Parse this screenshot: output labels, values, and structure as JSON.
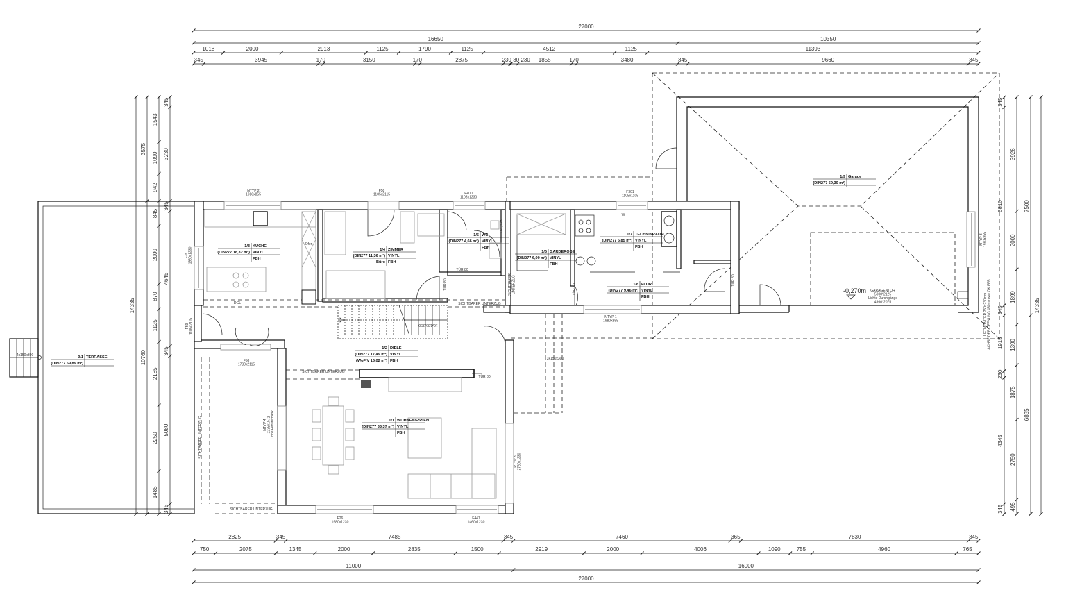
{
  "dimensions": {
    "top": [
      [
        27000
      ],
      [
        16650,
        10350
      ],
      [
        1018,
        2000,
        2913,
        1125,
        1790,
        1125,
        4512,
        1125,
        11393
      ],
      [
        345,
        3945,
        170,
        3150,
        170,
        2875,
        230,
        30,
        230,
        1855,
        170,
        3480,
        345,
        9660,
        345
      ]
    ],
    "bottom": [
      [
        2825,
        345,
        7485,
        345,
        7460,
        365,
        7830,
        345
      ],
      [
        750,
        2075,
        1345,
        2000,
        2835,
        1500,
        2919,
        2000,
        4006,
        1090,
        755,
        4960,
        765
      ],
      [
        11000,
        16000
      ],
      [
        27000
      ]
    ],
    "left": [
      [
        14335
      ],
      [
        3575,
        10760
      ],
      [
        1543,
        1090,
        942,
        845,
        2000,
        870,
        1125,
        2185,
        2250,
        1485
      ],
      [
        345,
        3230,
        345,
        4645,
        345,
        5080,
        345
      ]
    ],
    "right": [
      [
        345,
        6810,
        345,
        1915,
        230,
        4345,
        345
      ],
      [
        3926,
        2000,
        1899,
        1390,
        1875,
        2750,
        495
      ],
      [
        7500,
        6835
      ],
      [
        14335
      ]
    ]
  },
  "rooms": [
    {
      "id": "terrasse",
      "no": "0/1",
      "name": "TERRASSE",
      "area": "(DIN277 69,89 m²)"
    },
    {
      "id": "kueche",
      "no": "1/3",
      "name": "KÜCHE",
      "area": "(DIN277 18,32 m²)",
      "floor": "VINYL",
      "heating": "FBH"
    },
    {
      "id": "zimmer",
      "no": "1/4",
      "name": "ZIMMER",
      "area": "(DIN277 11,36 m²)",
      "floor": "VINYL",
      "note": "Büro",
      "heating": "FBH"
    },
    {
      "id": "wc",
      "no": "1/5",
      "name": "WC",
      "area": "(DIN277 4,66 m²)",
      "floor": "VINYL",
      "heating": "FBH"
    },
    {
      "id": "garderobe",
      "no": "1/6",
      "name": "GARDEROBE",
      "area": "(DIN277 6,00 m²)",
      "floor": "VINYL",
      "heating": "FBH"
    },
    {
      "id": "technik",
      "no": "1/7",
      "name": "TECHNIKRAUM",
      "area": "(DIN277 6,85 m²)",
      "floor": "VINYL",
      "heating": "FBH"
    },
    {
      "id": "flur",
      "no": "1/8",
      "name": "FLUR",
      "area": "(DIN277 9,46 m²)",
      "floor": "VINYL",
      "heating": "FBH"
    },
    {
      "id": "garage",
      "no": "1/9",
      "name": "Garage",
      "area": "(DIN277 59,30 m²)"
    },
    {
      "id": "diele",
      "no": "1/2",
      "name": "DIELE",
      "area": "(DIN277 17,49 m²)",
      "floor": "VINYL",
      "note": "(WoFlV 16,02 m²)",
      "heating": "FBH"
    },
    {
      "id": "wohnen",
      "no": "1/1",
      "name": "WOHNEN/ESSEN",
      "area": "(DIN277 33,37 m²)",
      "floor": "VINYL",
      "heating": "FBH"
    }
  ],
  "labels": [
    {
      "id": "ntyp2",
      "lines": [
        "NTYP 2",
        "1980x855"
      ]
    },
    {
      "id": "f58a",
      "lines": [
        "F58",
        "1105x2115"
      ]
    },
    {
      "id": "f400",
      "lines": [
        "F400",
        "1105x1230"
      ]
    },
    {
      "id": "f301",
      "lines": [
        "F301",
        "1105x1105"
      ]
    },
    {
      "id": "ntyp1",
      "lines": [
        "NTYP 1",
        "1980x855"
      ]
    },
    {
      "id": "f26b",
      "lines": [
        "F26",
        "1980x1230"
      ]
    },
    {
      "id": "f447",
      "lines": [
        "F447",
        "1460x1230"
      ]
    },
    {
      "id": "f58b",
      "lines": [
        "F58",
        "1730x2115"
      ]
    },
    {
      "id": "f59",
      "lines": [
        "F59",
        "1105x2115"
      ]
    },
    {
      "id": "f26a",
      "lines": [
        "F26",
        "1980x1230"
      ]
    },
    {
      "id": "ntyp4",
      "lines": [
        "NTYP 4",
        "2235x1572",
        "Ohne Fensterbank"
      ]
    },
    {
      "id": "rtyp3",
      "lines": [
        "RTYP 3",
        "2730x1230"
      ]
    },
    {
      "id": "ntyp3",
      "lines": [
        "NTYP 3",
        "1980x855"
      ]
    },
    {
      "id": "garagentor",
      "lines": [
        "GARAGENTOR",
        "5000*2125",
        "Lichte Durchgänge",
        "4960*2075"
      ]
    },
    {
      "id": "tuer1",
      "lines": [
        "TÜR 80"
      ]
    },
    {
      "id": "tuer2",
      "lines": [
        "TÜR 80"
      ]
    },
    {
      "id": "tuer3",
      "lines": [
        "TÜR 80"
      ]
    },
    {
      "id": "tuer4",
      "lines": [
        "TÜR 80"
      ]
    },
    {
      "id": "tuer5",
      "lines": [
        "TÜR 80"
      ]
    },
    {
      "id": "uz1",
      "lines": [
        "SICHTBARER UNTERZUG"
      ]
    },
    {
      "id": "uz2",
      "lines": [
        "SICHTBARER UNTERZUG"
      ]
    },
    {
      "id": "uz3",
      "lines": [
        "SICHTBARER UNTERZUG"
      ]
    },
    {
      "id": "uz4",
      "lines": [
        "SICHTBARER UNTERZUG"
      ]
    },
    {
      "id": "uz5",
      "lines": [
        "SICHTBARER",
        "UNTERZUG"
      ]
    },
    {
      "id": "stair1",
      "lines": [
        "16x185x250"
      ]
    },
    {
      "id": "stair2",
      "lines": [
        "4x150x300"
      ]
    },
    {
      "id": "stair3",
      "lines": [
        "3x150x300"
      ]
    },
    {
      "id": "dgl",
      "lines": [
        "DGL"
      ]
    },
    {
      "id": "w",
      "lines": [
        "W"
      ]
    },
    {
      "id": "h135",
      "lines": [
        "H-1,35m"
      ]
    },
    {
      "id": "ofen",
      "lines": [
        "Ofen"
      ]
    },
    {
      "id": "lift",
      "lines": [
        "LIFTMONITER 250x230mm",
        "ACHSE DER ÖFFNUNG 450mm vor OK FFB"
      ]
    }
  ],
  "level": "-0,270m"
}
